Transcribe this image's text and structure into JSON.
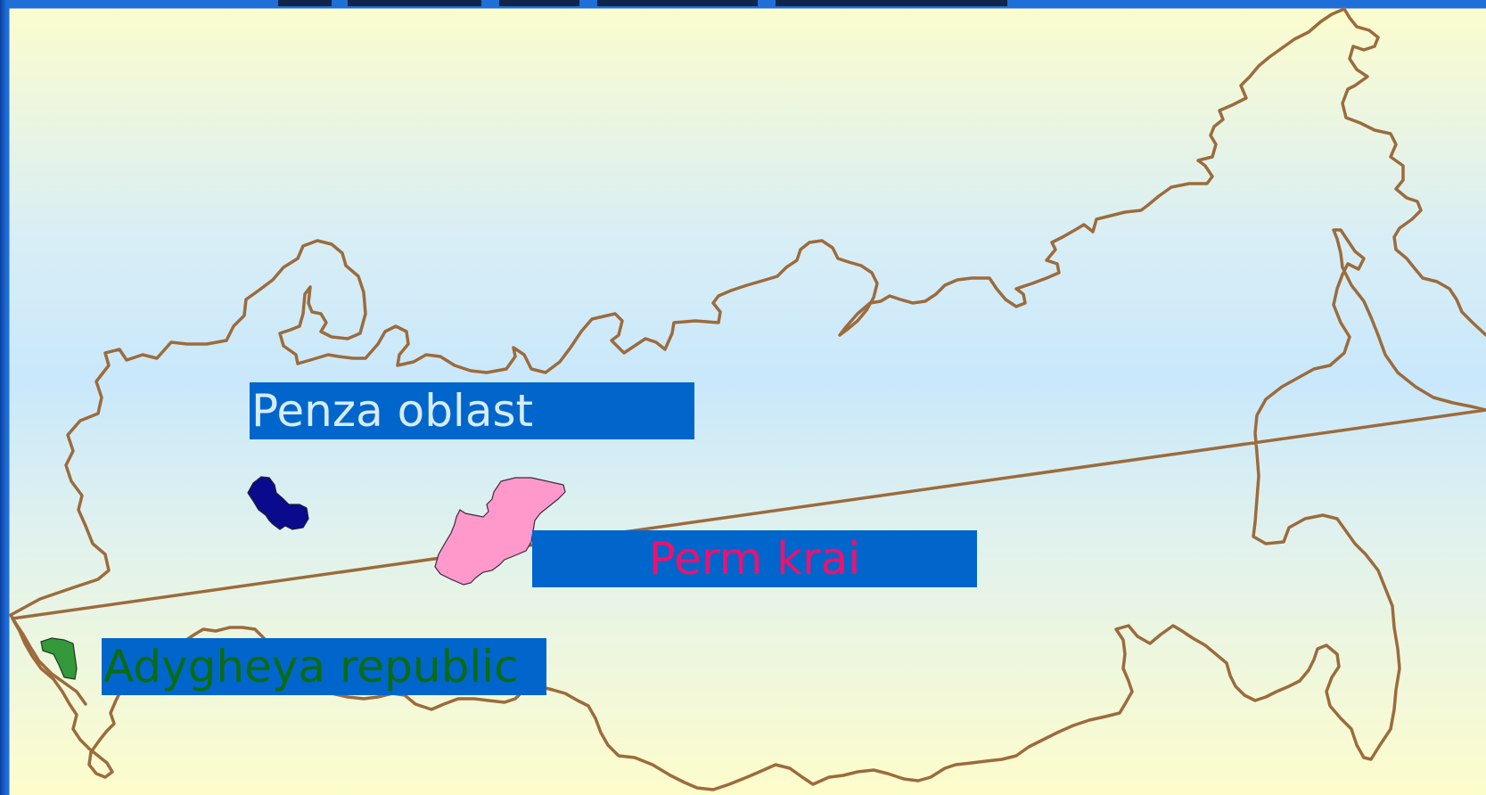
{
  "slide": {
    "background_top": "#fdfdcc",
    "background_mid": "#c9e8fb",
    "frame_color": "#1f6fd8"
  },
  "map": {
    "outline_color": "#9c6b3c",
    "regions": [
      {
        "id": "penza",
        "label": "Penza oblast",
        "fill": "#0a0a8c",
        "label_color": "#d6ecfb"
      },
      {
        "id": "perm",
        "label": "Perm krai",
        "fill": "#ff99cc",
        "label_color": "#f0106e"
      },
      {
        "id": "adygheya",
        "label": "Adygheya republic",
        "fill": "#33993a",
        "label_color": "#0b6b12"
      }
    ],
    "label_box_color": "#0066cc"
  }
}
